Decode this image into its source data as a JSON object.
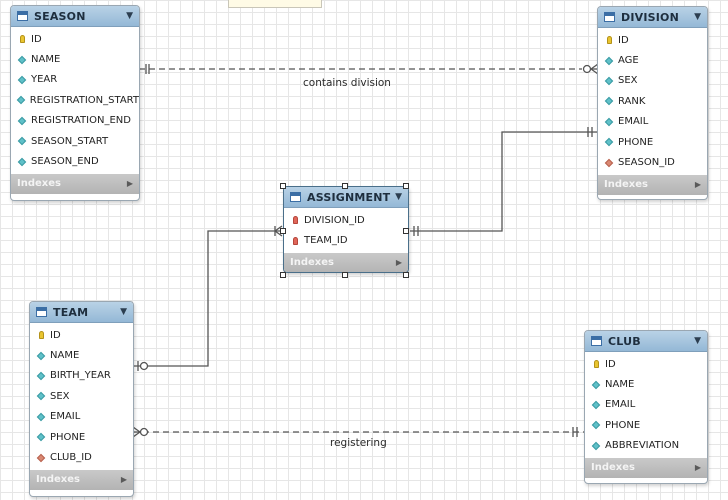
{
  "tables": {
    "season": {
      "title": "SEASON",
      "columns": [
        "ID",
        "NAME",
        "YEAR",
        "REGISTRATION_START",
        "REGISTRATION_END",
        "SEASON_START",
        "SEASON_END"
      ],
      "footer": "Indexes"
    },
    "division": {
      "title": "DIVISION",
      "columns": [
        "ID",
        "AGE",
        "SEX",
        "RANK",
        "EMAIL",
        "PHONE",
        "SEASON_ID"
      ],
      "footer": "Indexes"
    },
    "assignment": {
      "title": "ASSIGNMENT",
      "columns": [
        "DIVISION_ID",
        "TEAM_ID"
      ],
      "footer": "Indexes"
    },
    "team": {
      "title": "TEAM",
      "columns": [
        "ID",
        "NAME",
        "BIRTH_YEAR",
        "SEX",
        "EMAIL",
        "PHONE",
        "CLUB_ID"
      ],
      "footer": "Indexes"
    },
    "club": {
      "title": "CLUB",
      "columns": [
        "ID",
        "NAME",
        "EMAIL",
        "PHONE",
        "ABBREVIATION"
      ],
      "footer": "Indexes"
    }
  },
  "relationships": {
    "season_division": "contains division",
    "team_club": "registering"
  },
  "icons": {
    "primary_key": "key-icon",
    "column": "diamond-icon",
    "foreign_key": "foreign-key-diamond-icon",
    "table": "table-icon",
    "collapse": "triangle-down-icon",
    "expand": "triangle-right-icon"
  },
  "colors": {
    "header": "#a9c6df",
    "footer": "#bdbdbd",
    "line": "#555555",
    "grid": "#e6e6e6"
  }
}
